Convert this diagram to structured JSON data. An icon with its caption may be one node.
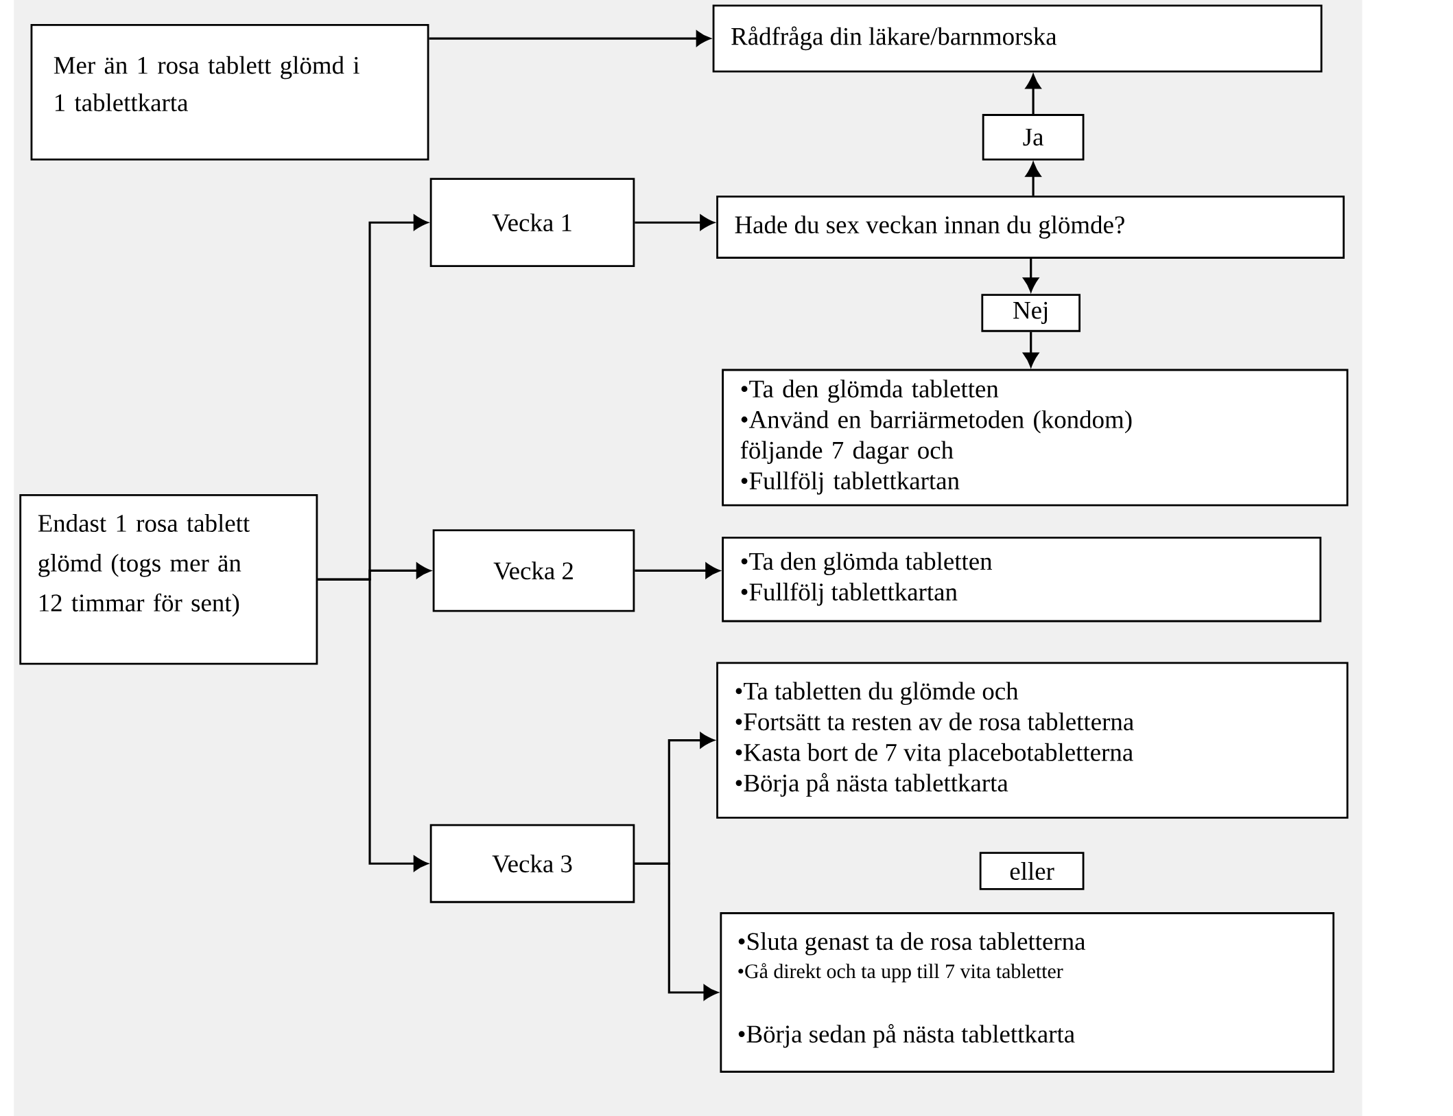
{
  "diagram": {
    "nodes": [
      {
        "text": [
          "Mer än 1 rosa tablett glömd i 1 tablettkarta"
        ]
      },
      {
        "text": [
          "Rådfråga din läkare/barnmorska"
        ]
      },
      {
        "text": [
          "Ja"
        ]
      },
      {
        "text": [
          "Vecka 1"
        ]
      },
      {
        "text": [
          "Hade du sex veckan innan du glömde?"
        ]
      },
      {
        "text": [
          "Nej"
        ]
      },
      {
        "text": [
          "•Ta den glömda tabletten",
          "•Använd en barriärmetoden (kondom) följande 7 dagar och",
          "•Fullfölj tablettkartan"
        ]
      },
      {
        "text": [
          "Endast 1 rosa tablett glömd (togs mer än 12 timmar för sent)"
        ]
      },
      {
        "text": [
          "Vecka 2"
        ]
      },
      {
        "text": [
          "•Ta den glömda tabletten",
          "•Fullfölj tablettkartan"
        ]
      },
      {
        "text": [
          "•Ta tabletten du glömde och",
          "•Fortsätt ta resten av de rosa tabletterna",
          "•Kasta bort de 7 vita placebotabletterna",
          "•Börja på nästa tablettkarta"
        ]
      },
      {
        "text": [
          "Vecka 3"
        ]
      },
      {
        "text": [
          "eller"
        ]
      },
      {
        "text": [
          "•Sluta genast ta de rosa tabletterna",
          "•Gå direkt och ta upp till 7 vita tabletter",
          "•Börja sedan på nästa tablettkarta"
        ]
      }
    ],
    "edges": [
      {
        "from": 0,
        "to": 1,
        "arrow": "to"
      },
      {
        "from": 4,
        "to": 2,
        "arrow": "to"
      },
      {
        "from": 2,
        "to": 1,
        "arrow": "to"
      },
      {
        "from": 3,
        "to": 4,
        "arrow": "to"
      },
      {
        "from": 4,
        "to": 5,
        "arrow": "to"
      },
      {
        "from": 5,
        "to": 6,
        "arrow": "to"
      },
      {
        "from": 7,
        "to": 3,
        "arrow": "to"
      },
      {
        "from": 7,
        "to": 8,
        "arrow": "to"
      },
      {
        "from": 7,
        "to": 11,
        "arrow": "to"
      },
      {
        "from": 8,
        "to": 9,
        "arrow": "to"
      },
      {
        "from": 11,
        "to": 10,
        "arrow": "to"
      },
      {
        "from": 11,
        "to": 13,
        "arrow": "to"
      }
    ]
  }
}
